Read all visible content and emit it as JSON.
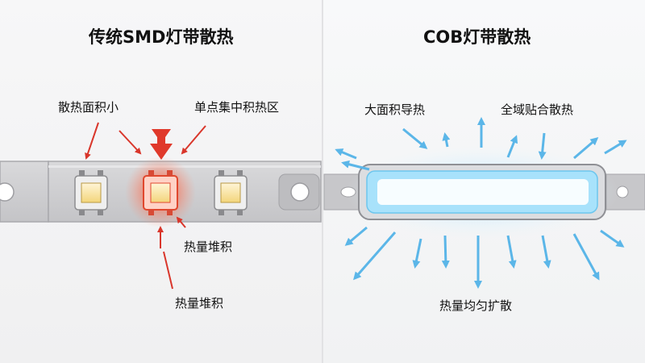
{
  "left": {
    "title": "传统SMD灯带散热",
    "labels": {
      "small_area": "散热面积小",
      "concentrated": "单点集中积热区",
      "heat_accum_1": "热量堆积",
      "heat_accum_2": "热量堆积"
    }
  },
  "right": {
    "title": "COB灯带散热",
    "labels": {
      "large_area": "大面积导热",
      "full_contact": "全域贴合散热",
      "uniform": "热量均匀扩散"
    }
  },
  "colors": {
    "red_arrow": "#d9362b",
    "hot_glow": "#ff5a3c",
    "blue_arrow": "#5bb6e8",
    "cob_glow": "#9fe0ff"
  }
}
